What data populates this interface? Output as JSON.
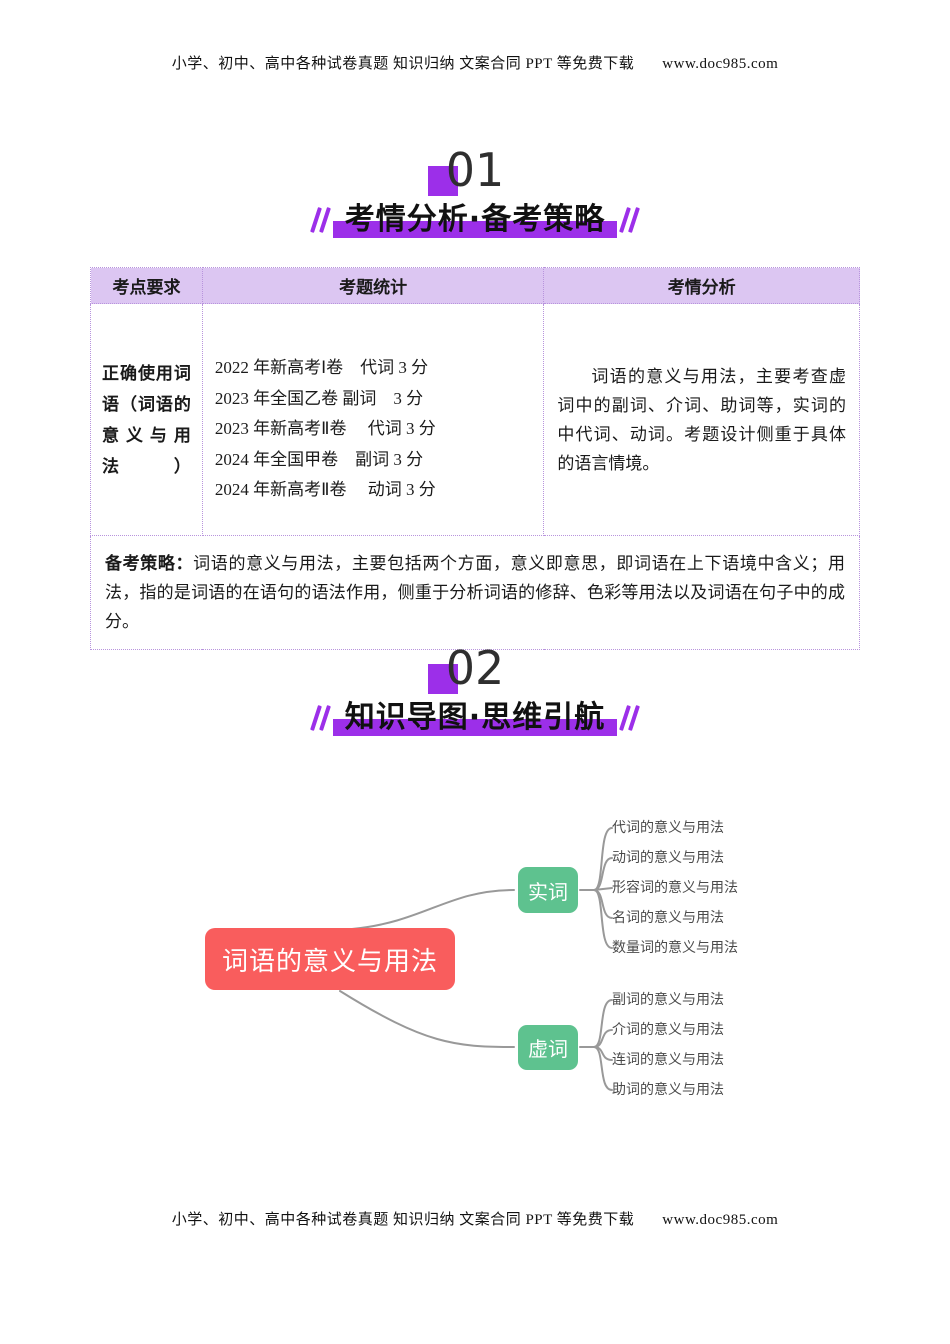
{
  "page": {
    "header_text": "小学、初中、高中各种试卷真题 知识归纳 文案合同 PPT 等免费下载",
    "header_url": "www.doc985.com",
    "footer_text": "小学、初中、高中各种试卷真题 知识归纳 文案合同 PPT 等免费下载",
    "footer_url": "www.doc985.com"
  },
  "section1": {
    "number": "01",
    "title": "考情分析·备考策略"
  },
  "section2": {
    "number": "02",
    "title": "知识导图·思维引航"
  },
  "table": {
    "headers": [
      "考点要求",
      "考题统计",
      "考情分析"
    ],
    "row": {
      "requirement": "正确使用词语（词语的意义与用法）",
      "stats": [
        "2022 年新高考Ⅰ卷　代词 3 分",
        "2023 年全国乙卷 副词　3 分",
        "2023 年新高考Ⅱ卷　 代词 3 分",
        "2024 年全国甲卷　副词 3 分",
        "2024 年新高考Ⅱ卷　 动词 3 分"
      ],
      "analysis": "词语的意义与用法，主要考查虚词中的副词、介词、助词等，实词的中代词、动词。考题设计侧重于具体的语言情境。"
    },
    "strategy_label": "备考策略：",
    "strategy_text": "词语的意义与用法，主要包括两个方面，意义即意思，即词语在上下语境中含义；用法，指的是词语的在语句的语法作用，侧重于分析词语的修辞、色彩等用法以及词语在句子中的成分。"
  },
  "mindmap": {
    "root": "词语的意义与用法",
    "branches": [
      {
        "label": "实词",
        "children": [
          "代词的意义与用法",
          "动词的意义与用法",
          "形容词的意义与用法",
          "名词的意义与用法",
          "数量词的意义与用法"
        ]
      },
      {
        "label": "虚词",
        "children": [
          "副词的意义与用法",
          "介词的意义与用法",
          "连词的意义与用法",
          "助词的意义与用法"
        ]
      }
    ]
  },
  "colors": {
    "accent_purple": "#9c2fe9",
    "table_header_bg": "#dcc6f2",
    "table_border": "#b894dd",
    "root_node_red": "#f95d5d",
    "branch_node_green": "#5ec28f",
    "connector_gray": "#999999"
  }
}
